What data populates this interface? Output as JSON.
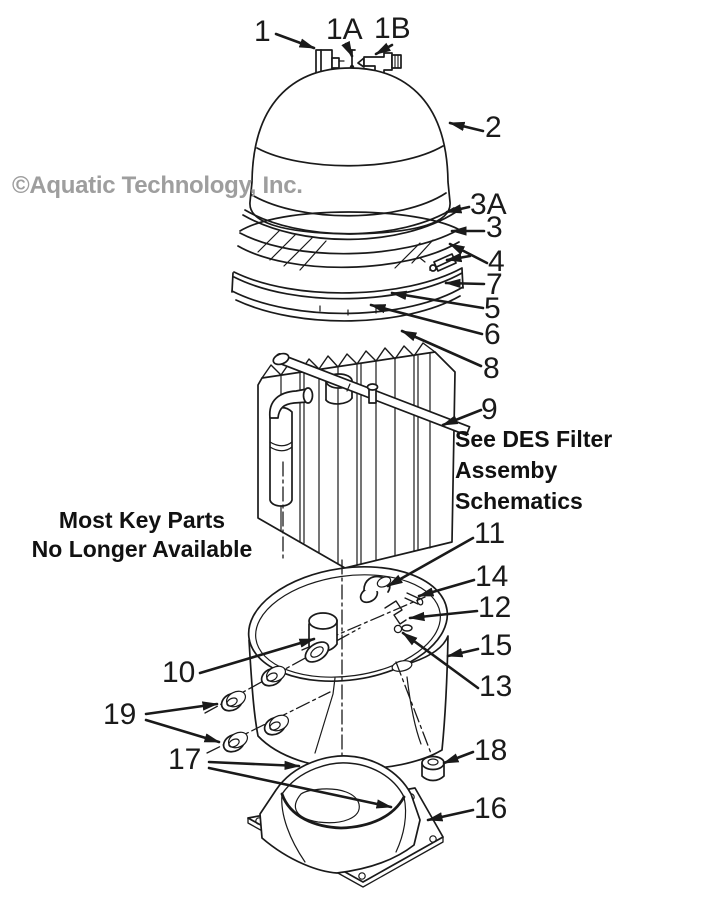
{
  "colors": {
    "ink": "#1a1a1a",
    "watermark": "#9e9e9e",
    "background": "#ffffff"
  },
  "watermark": {
    "text": "©Aquatic Technology, Inc."
  },
  "notes": {
    "availability_line1": "Most Key Parts",
    "availability_line2": "No Longer Available",
    "schematic_line1": "See DES Filter Assemby",
    "schematic_line2": "Schematics"
  },
  "diagram": {
    "description": "Exploded parts diagram of a DES pool filter assembly",
    "labels": [
      {
        "id": "1",
        "text": "1"
      },
      {
        "id": "1A",
        "text": "1A"
      },
      {
        "id": "1B",
        "text": "1B"
      },
      {
        "id": "2",
        "text": "2"
      },
      {
        "id": "3A",
        "text": "3A"
      },
      {
        "id": "3",
        "text": "3"
      },
      {
        "id": "4",
        "text": "4"
      },
      {
        "id": "7",
        "text": "7"
      },
      {
        "id": "5",
        "text": "5"
      },
      {
        "id": "6",
        "text": "6"
      },
      {
        "id": "8",
        "text": "8"
      },
      {
        "id": "9",
        "text": "9"
      },
      {
        "id": "11",
        "text": "11"
      },
      {
        "id": "14",
        "text": "14"
      },
      {
        "id": "12",
        "text": "12"
      },
      {
        "id": "15",
        "text": "15"
      },
      {
        "id": "13",
        "text": "13"
      },
      {
        "id": "10",
        "text": "10"
      },
      {
        "id": "19",
        "text": "19"
      },
      {
        "id": "18",
        "text": "18"
      },
      {
        "id": "17",
        "text": "17"
      },
      {
        "id": "16",
        "text": "16"
      }
    ]
  }
}
